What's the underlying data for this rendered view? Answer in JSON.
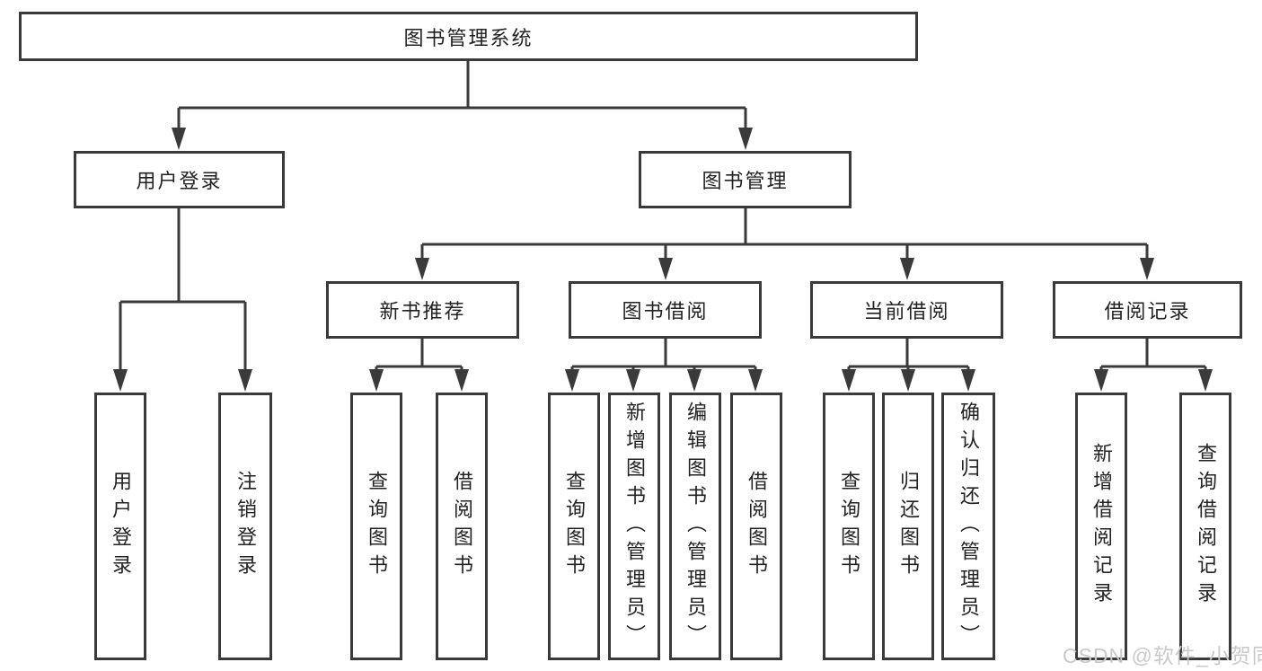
{
  "tree": {
    "root": {
      "label": "图书管理系统",
      "children": [
        {
          "label": "用户登录",
          "children": [
            {
              "label": "用户登录"
            },
            {
              "label": "注销登录"
            }
          ]
        },
        {
          "label": "图书管理",
          "children": [
            {
              "label": "新书推荐",
              "children": [
                {
                  "label": "查询图书"
                },
                {
                  "label": "借阅图书"
                }
              ]
            },
            {
              "label": "图书借阅",
              "children": [
                {
                  "label": "查询图书"
                },
                {
                  "label": "新增图书（管理员）"
                },
                {
                  "label": "编辑图书（管理员）"
                },
                {
                  "label": "借阅图书"
                }
              ]
            },
            {
              "label": "当前借阅",
              "children": [
                {
                  "label": "查询图书"
                },
                {
                  "label": "归还图书"
                },
                {
                  "label": "确认归还（管理员）"
                }
              ]
            },
            {
              "label": "借阅记录",
              "children": [
                {
                  "label": "新增借阅记录"
                },
                {
                  "label": "查询借阅记录"
                }
              ]
            }
          ]
        }
      ]
    }
  },
  "watermark": {
    "text": "CSDN @软件_小贺同学"
  },
  "colors": {
    "line": "#3a3a3a",
    "box_border": "#3a3a3a",
    "text": "#222222",
    "watermark": "#c9c9c9",
    "background": "#ffffff"
  }
}
